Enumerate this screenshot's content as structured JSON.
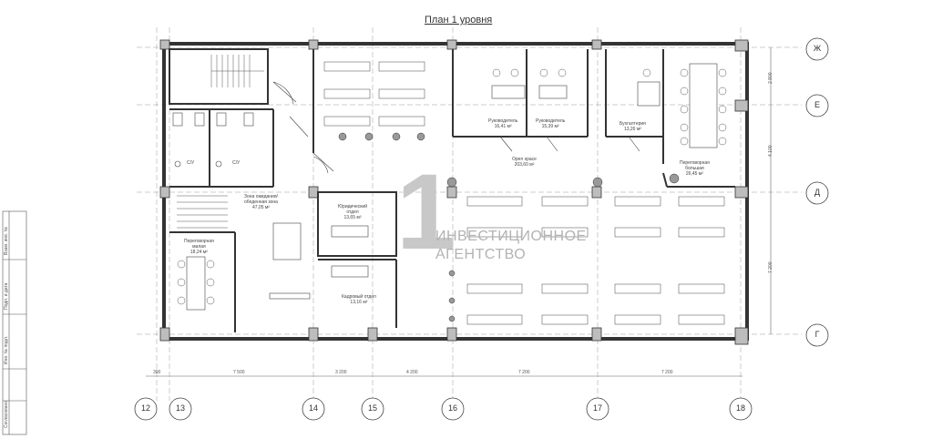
{
  "title": "План 1 уровня",
  "rooms": {
    "zone_wait": "Зона ожидания/\nобеденная зона",
    "zone_wait_area": "47,05 м²",
    "nego_left": "Переговорная\nмалая",
    "nego_left_area": "18,24 м²",
    "wc1": "С/У",
    "wc2": "С/У",
    "legal": "Юридический\nотдел",
    "legal_area": "13,65 м²",
    "hr": "Кадровый отдел",
    "hr_area": "13,16 м²",
    "head1": "Руководитель",
    "head1_area": "16,41 м²",
    "head2": "Руководитель",
    "head2_area": "15,39 м²",
    "account": "Бухгалтерия",
    "account_area": "13,26 м²",
    "nego_big": "Переговорная\nбольшая",
    "nego_big_area": "26,45 м²",
    "open": "Open space",
    "open_area": "203,60 м²"
  },
  "axes_vertical": [
    "12",
    "13",
    "14",
    "15",
    "16",
    "17",
    "18"
  ],
  "axes_horizontal": [
    "Ж",
    "Е",
    "Д",
    "Г"
  ],
  "dims_bottom": [
    "300",
    "7 500",
    "3 200",
    "4 200",
    "7 200",
    "7 200"
  ],
  "dims_right": [
    "2 800",
    "4 100",
    "7 200"
  ],
  "stamp": [
    "Взам. инв. №",
    "Подп. и дата",
    "Инв. № подл.",
    "Согласовано"
  ],
  "brand": {
    "logo_number": "1",
    "line1": "ИНВЕСТИЦИОННОЕ",
    "line2": "АГЕНТСТВО"
  }
}
